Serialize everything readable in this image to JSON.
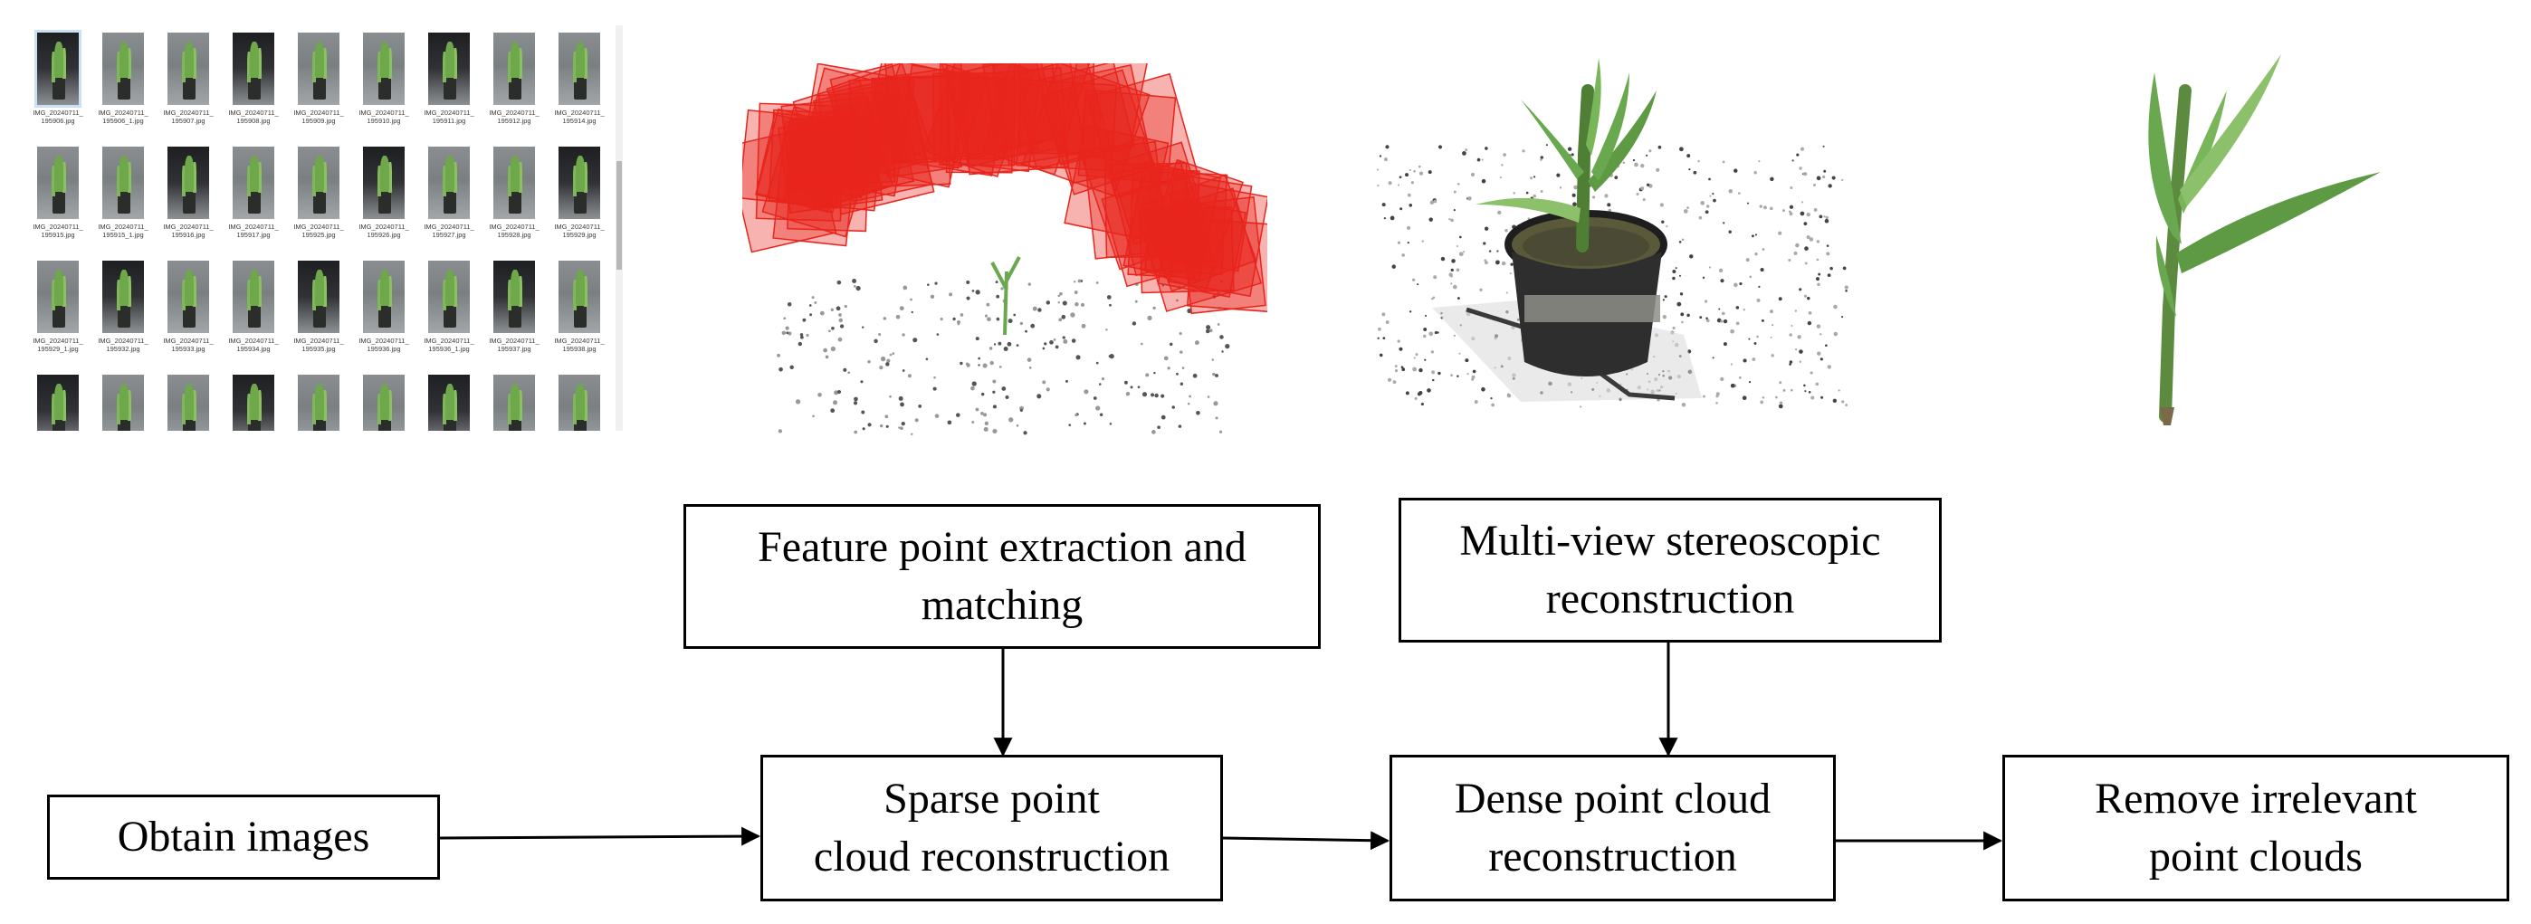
{
  "thumbnails": {
    "rows": [
      [
        "IMG_20240711_\n195906.jpg",
        "IMG_20240711_\n195906_1.jpg",
        "IMG_20240711_\n195907.jpg",
        "IMG_20240711_\n195908.jpg",
        "IMG_20240711_\n195909.jpg",
        "IMG_20240711_\n195910.jpg",
        "IMG_20240711_\n195911.jpg",
        "IMG_20240711_\n195912.jpg",
        "IMG_20240711_\n195914.jpg"
      ],
      [
        "IMG_20240711_\n195915.jpg",
        "IMG_20240711_\n195915_1.jpg",
        "IMG_20240711_\n195916.jpg",
        "IMG_20240711_\n195917.jpg",
        "IMG_20240711_\n195925.jpg",
        "IMG_20240711_\n195926.jpg",
        "IMG_20240711_\n195927.jpg",
        "IMG_20240711_\n195928.jpg",
        "IMG_20240711_\n195929.jpg"
      ],
      [
        "IMG_20240711_\n195929_1.jpg",
        "IMG_20240711_\n195932.jpg",
        "IMG_20240711_\n195933.jpg",
        "IMG_20240711_\n195934.jpg",
        "IMG_20240711_\n195935.jpg",
        "IMG_20240711_\n195936.jpg",
        "IMG_20240711_\n195936_1.jpg",
        "IMG_20240711_\n195937.jpg",
        "IMG_20240711_\n195938.jpg"
      ],
      [
        "",
        "",
        "",
        "",
        "",
        "",
        "",
        "",
        ""
      ]
    ]
  },
  "flowchart": {
    "feature_extraction": "Feature point extraction and\nmatching",
    "multi_view": "Multi-view stereoscopic\nreconstruction",
    "obtain_images": "Obtain images",
    "sparse": "Sparse point\ncloud reconstruction",
    "dense": "Dense point cloud\nreconstruction",
    "remove": "Remove irrelevant\npoint clouds"
  },
  "colors": {
    "camera_frustum": "#e8241c",
    "plant_green": "#6aa84f",
    "pot_dark": "#2a2a2a"
  }
}
